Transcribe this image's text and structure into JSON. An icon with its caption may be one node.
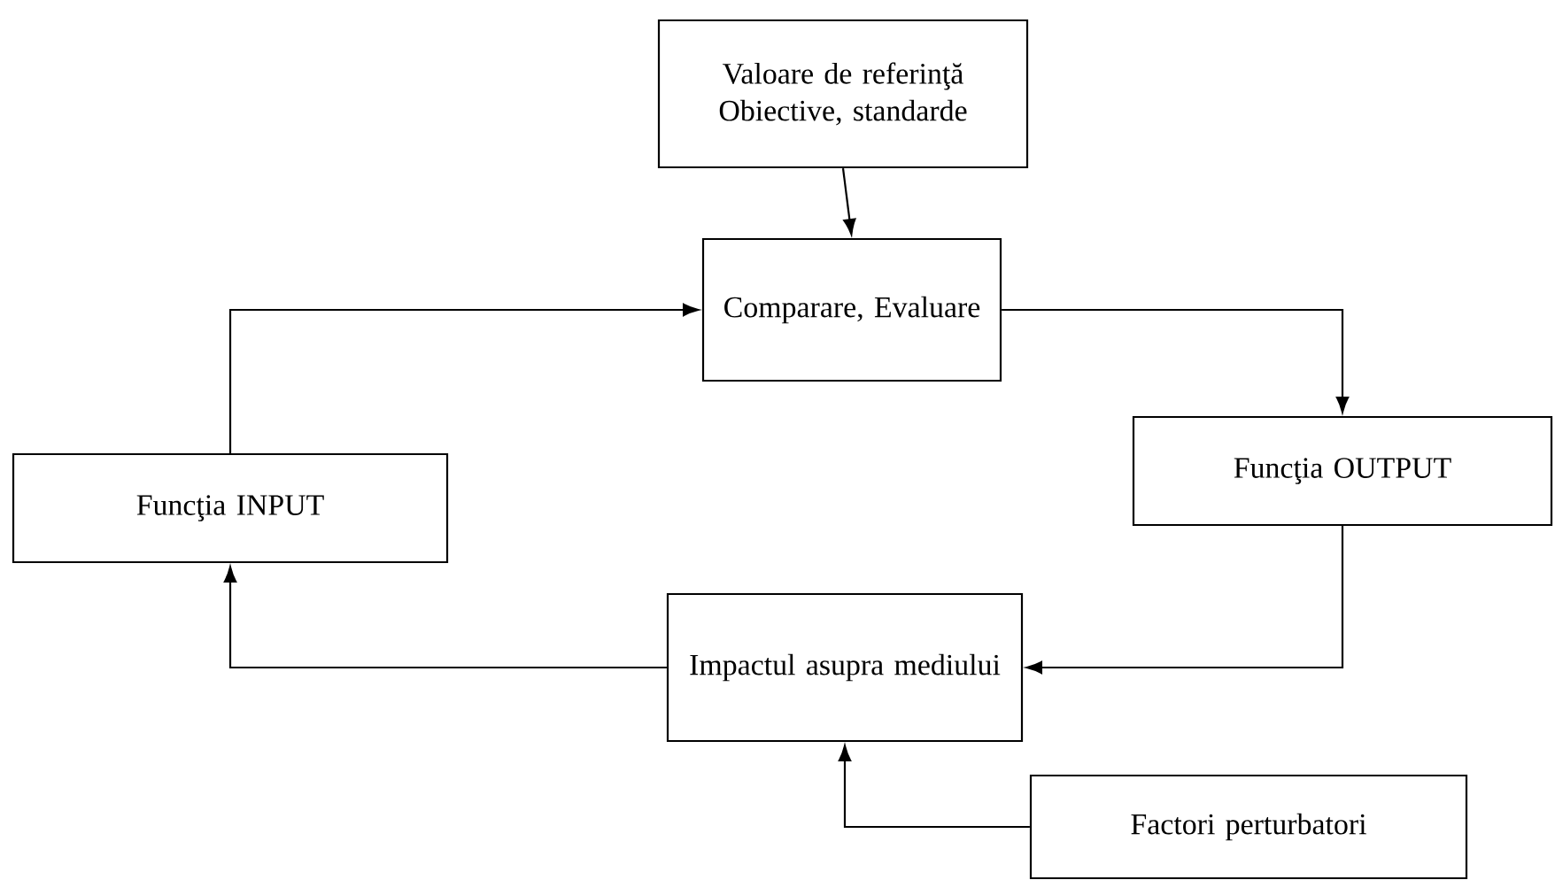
{
  "diagram": {
    "nodes": [
      {
        "text": [
          "Valoare de referinţă Obiective, standarde"
        ]
      },
      {
        "text": [
          "Comparare, Evaluare"
        ]
      },
      {
        "text": [
          "Funcţia OUTPUT"
        ]
      },
      {
        "text": [
          "Funcţia INPUT"
        ]
      },
      {
        "text": [
          "Impactul asupra mediului"
        ]
      },
      {
        "text": [
          "Factori perturbatori"
        ]
      }
    ],
    "edges": [
      {
        "from": 0,
        "to": 1,
        "arrow": "to"
      },
      {
        "from": 3,
        "to": 1,
        "arrow": "to"
      },
      {
        "from": 1,
        "to": 2,
        "arrow": "to"
      },
      {
        "from": 2,
        "to": 4,
        "arrow": "to"
      },
      {
        "from": 4,
        "to": 3,
        "arrow": "to"
      },
      {
        "from": 5,
        "to": 4,
        "arrow": "to"
      }
    ]
  }
}
